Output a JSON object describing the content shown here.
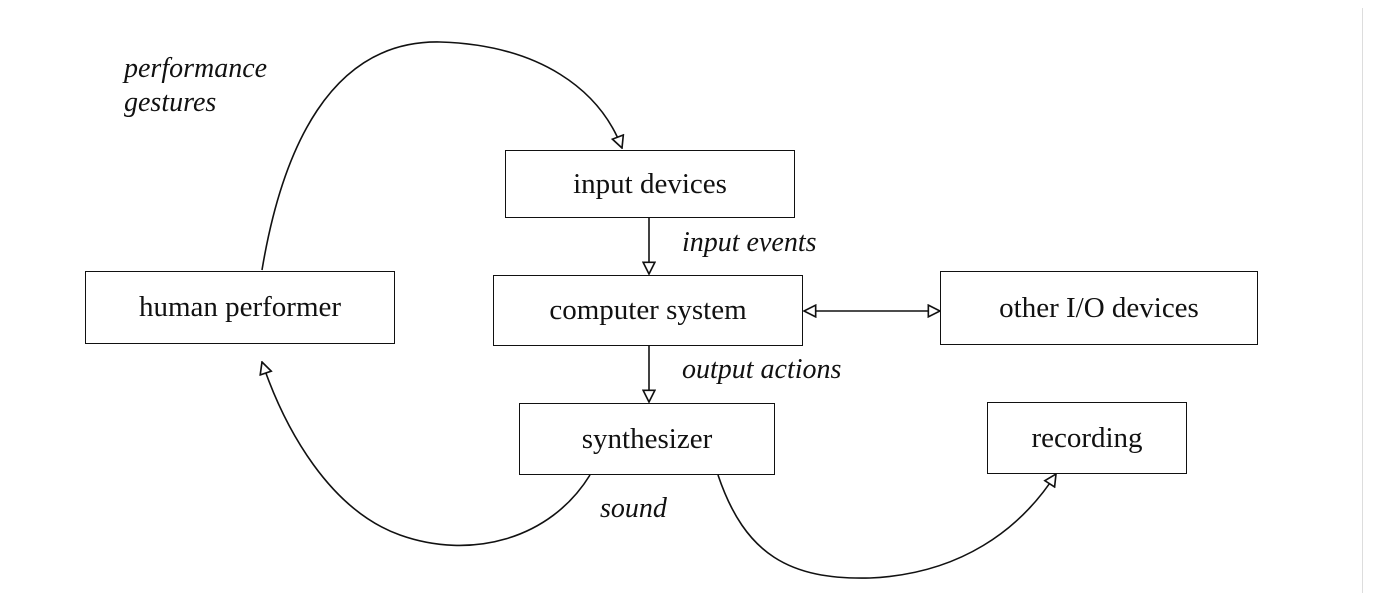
{
  "nodes": {
    "input_devices": "input devices",
    "computer_system": "computer system",
    "other_io_devices": "other I/O devices",
    "human_performer": "human performer",
    "synthesizer": "synthesizer",
    "recording": "recording"
  },
  "edge_labels": {
    "performance_gestures_line1": "performance",
    "performance_gestures_line2": "gestures",
    "input_events": "input events",
    "output_actions": "output actions",
    "sound": "sound"
  },
  "colors": {
    "stroke": "#111111",
    "background": "#ffffff"
  }
}
